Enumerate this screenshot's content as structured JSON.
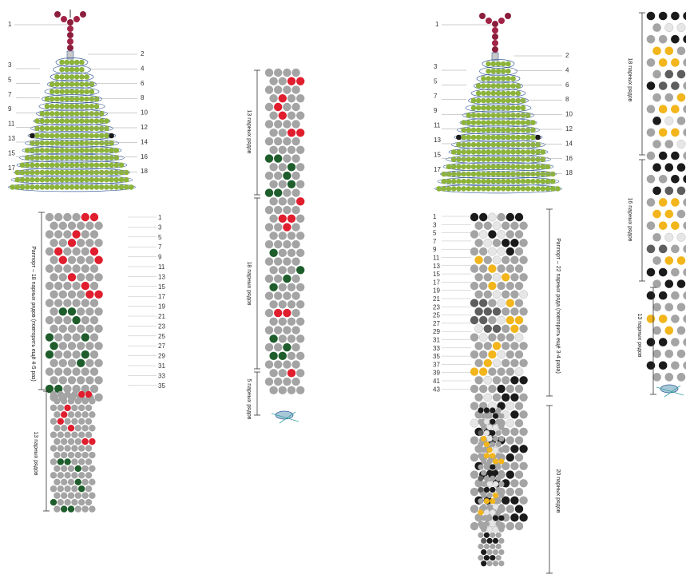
{
  "colors": {
    "grey": "#a4a4a4",
    "dark_grey": "#5e5e5e",
    "light": "#e6e6e6",
    "red": "#e01e2e",
    "green": "#1f5e2c",
    "yellow": "#f2b51b",
    "black": "#1b1b1b",
    "cone_green": "#8cb33a",
    "thread": "#3b5f9b",
    "label_red": "#c81e2d",
    "label_olive": "#a2b51e"
  },
  "icons": {
    "neck": "necklace-clasp-icon",
    "thread_end": "thread-end-icon"
  },
  "cone_left": {
    "top_marker": "1",
    "labels_left": [
      "3",
      "5",
      "7",
      "9",
      "11",
      "13",
      "15",
      "17"
    ],
    "labels_right": [
      "2",
      "4",
      "6",
      "8",
      "10",
      "12",
      "14",
      "16",
      "18"
    ]
  },
  "cone_right": {
    "top_marker": "1",
    "labels_left": [
      "3",
      "5",
      "7",
      "9",
      "11",
      "13",
      "15",
      "17"
    ],
    "labels_right": [
      "2",
      "4",
      "6",
      "8",
      "10",
      "12",
      "14",
      "16",
      "18"
    ]
  },
  "grid_a": {
    "side_label": "Раппорт – 18 парных рядов (повторить ещё 4-5 раз)",
    "row_numbers": [
      "1",
      "3",
      "5",
      "7",
      "9",
      "11",
      "13",
      "15",
      "17",
      "19",
      "21",
      "23",
      "25",
      "27",
      "29",
      "31",
      "33",
      "35"
    ],
    "rows": [
      "GGGGRR",
      "GGGGGG",
      "GGGRGG",
      "GGRGGG",
      "GRGGGR",
      "GRGGGR",
      "GGGGGG",
      "GGRGGG",
      "GGGGRG",
      "GGGGRR",
      "GGGGGG",
      "GNNGGG",
      "GGGNGG",
      "GGGGGG",
      "NGGGNG",
      "NGGGGG",
      "NGGGNG",
      "GGGNGG",
      "GGGGGG",
      "GGGGGG",
      "NNGGGG",
      "GGGGGG"
    ],
    "lower_label": "13 парных рядов",
    "lower_rows": [
      "GGGGRR",
      "GGGGGG",
      "GGRGGG",
      "GRGGGG",
      "GRGGGG",
      "GGRGGG",
      "GGGGGG",
      "GGGGRR",
      "GGGGGG",
      "GGGGGG",
      "GNNGGG",
      "GGGNGG",
      "GGGGGG",
      "GGGNGG",
      "GGGGNG",
      "GGGGGG",
      "NGGGGG",
      "GNNGGG"
    ]
  },
  "grid_b": {
    "section_labels": [
      "13 парных рядов",
      "18 парных рядов",
      "5 парных рядов"
    ],
    "rows": [
      "GGGG",
      "GGRR",
      "GGGG",
      "GRGG",
      "GRGG",
      "GRGG",
      "GGGG",
      "GGRR",
      "GGGG",
      "GGGG",
      "NNGG",
      "GGNG",
      "GGNG",
      "GGNG",
      "NNGG",
      "GGGR",
      "GGGG",
      "GRRG",
      "GGRG",
      "GGGG",
      "GGGG",
      "NGGG",
      "GGGG",
      "GGGN",
      "GGNG",
      "NGGG",
      "GGGG",
      "GGGG",
      "GRRG",
      "GGGG",
      "GGGG",
      "NGGG",
      "GGNG",
      "NNGG",
      "GGGG",
      "GGRG",
      "GGGG",
      "GGGG"
    ]
  },
  "grid_c": {
    "side_label": "Раппорт – 22 парных ряда (повторить ещё 3-4 раза)",
    "row_numbers": [
      "1",
      "3",
      "5",
      "7",
      "9",
      "11",
      "13",
      "15",
      "17",
      "19",
      "21",
      "23",
      "25",
      "27",
      "29",
      "31",
      "33",
      "35",
      "37",
      "39",
      "41",
      "43"
    ],
    "rows": [
      "KKLGKK",
      "GGLGGG",
      "GLKLGG",
      "GLGKKG",
      "GGLLKG",
      "YGLGGG",
      "GGYGGG",
      "GGLYGG",
      "GGYGGG",
      "GGLGGL",
      "DDGLYG",
      "DDDGGG",
      "DDGLYY",
      "LDDGYG",
      "GLGGGL",
      "GGYGGG",
      "GGYLGG",
      "GYLGGG",
      "YYGGGL",
      "GLGGKK",
      "GGGKGG",
      "GLGKKG",
      "GGLKLG",
      "GGGLKG",
      "LGGGLG",
      "KKLGGG",
      "GGKKGG",
      "GGLGKK",
      "GGGGKG",
      "KGGGGG",
      "GKKGKG",
      "GGKKGG",
      "GGLGGG",
      "KKGKKG",
      "GGGGGK",
      "GGGGKK",
      "GGLGGG"
    ]
  },
  "grid_d": {
    "section_label": "20 парных рядов",
    "rows": [
      "KKKG",
      "GGKG",
      "GLKG",
      "GLLG",
      "DLKG",
      "YLGG",
      "GYGG",
      "GYLG",
      "GYYG",
      "GGYY",
      "GGKG",
      "GKKG",
      "DGGG",
      "GLLG",
      "DKKG",
      "GGYG",
      "GYYG",
      "GGLG",
      "YLLG",
      "GGKK",
      "GGLG",
      "GLLG",
      "GKGG",
      "DKKG",
      "GGGG",
      "KGGG",
      "GKKG",
      "KGGG"
    ]
  },
  "grid_e": {
    "section_labels": [
      "18 парных рядов",
      "16 парных рядов",
      "13 парных рядов"
    ],
    "rows": [
      "KKKKK",
      "GLLGG",
      "GGKKG",
      "YYGLG",
      "GYYGG",
      "GDDGG",
      "KDDGG",
      "GGYGG",
      "GYYGG",
      "KLGGG",
      "GYYGG",
      "GGLGG",
      "GKKGG",
      "KKKGG",
      "GGKKK",
      "KDDGG",
      "GYYGG",
      "YYGGG",
      "GYYGG",
      "GLLGG",
      "DDGGG",
      "GYYGG",
      "KKGGG",
      "GKKGG",
      "KKGGG",
      "GGGGG",
      "YYGGG",
      "GYGGG",
      "KKGGG",
      "GGGGG",
      "KKGGG",
      "GGGGG"
    ]
  }
}
